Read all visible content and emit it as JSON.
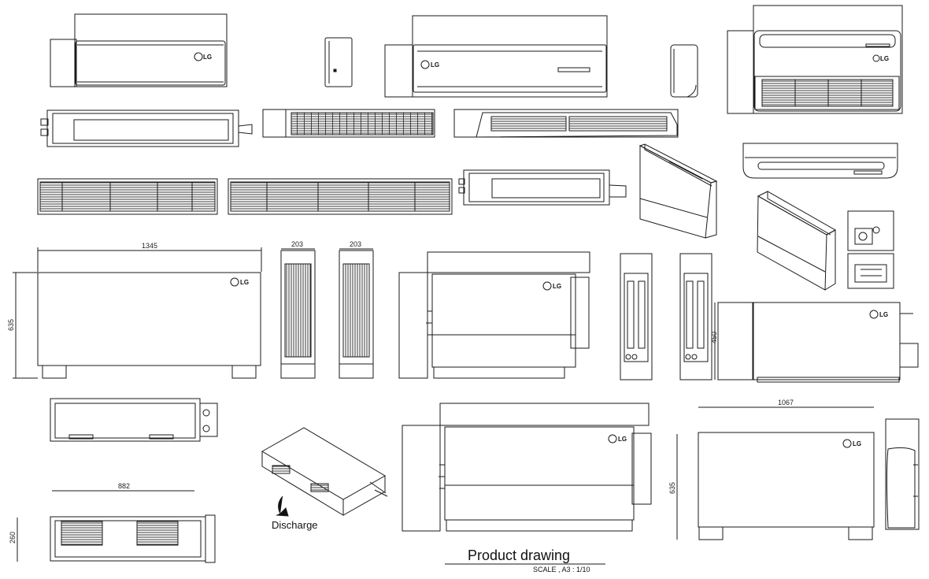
{
  "title_block": {
    "title": "Product drawing",
    "scale": "SCALE , A3 : 1/10"
  },
  "brand_logo_text": "LG",
  "labels": {
    "discharge": "Discharge"
  },
  "dimensions": {
    "width_1345": "1345",
    "height_635_a": "635",
    "depth_203_a": "203",
    "depth_203_b": "203",
    "height_450": "450",
    "width_882": "882",
    "height_260": "260",
    "width_1067": "1067",
    "height_635_b": "635"
  },
  "colors": {
    "line": "#1a1a1a",
    "fill": "#ffffff",
    "hatch": "#222222"
  }
}
